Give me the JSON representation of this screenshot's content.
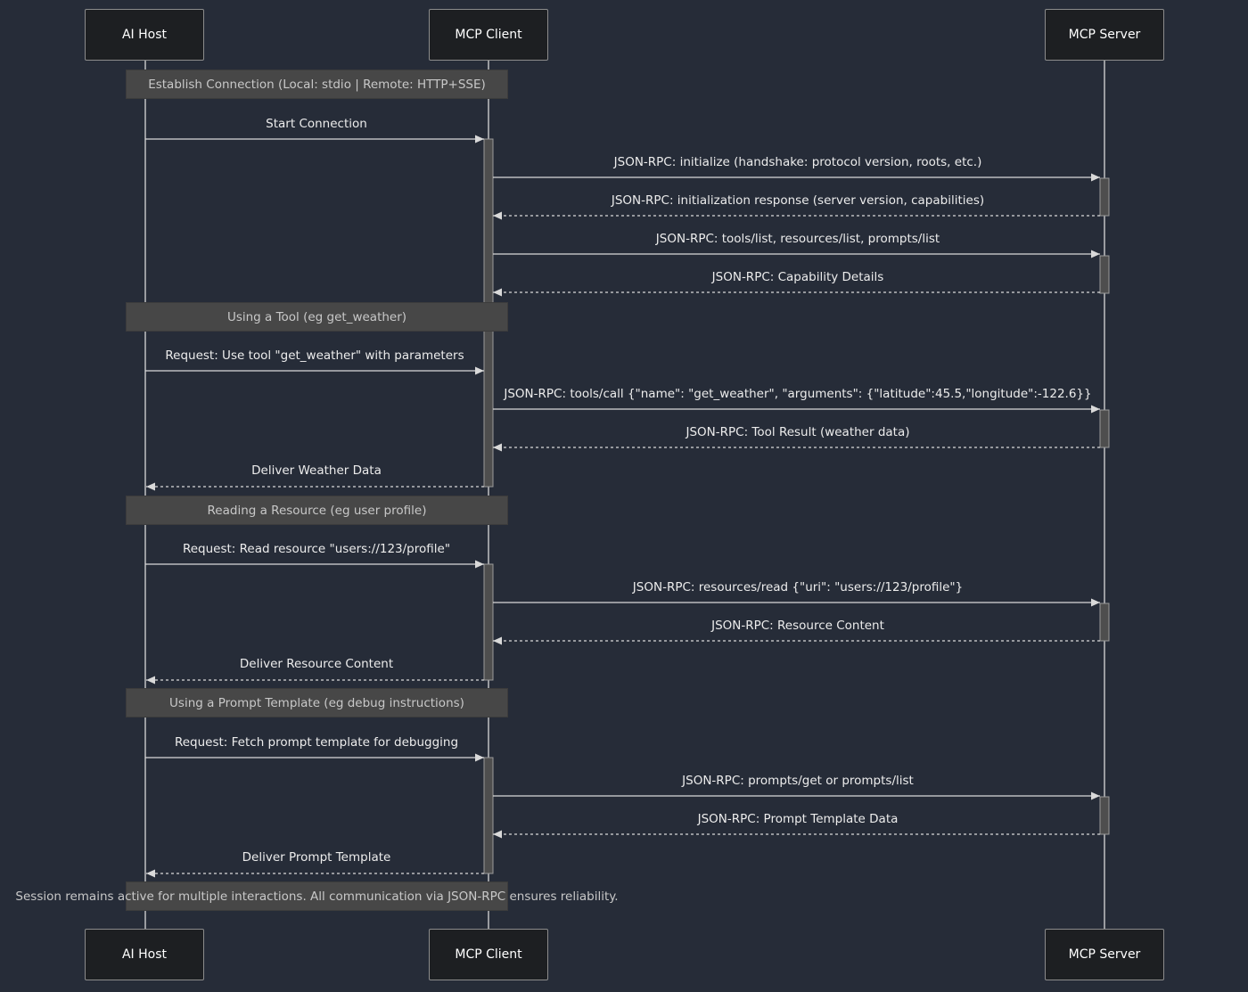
{
  "participants": [
    {
      "id": "host",
      "label": "AI Host"
    },
    {
      "id": "client",
      "label": "MCP Client"
    },
    {
      "id": "server",
      "label": "MCP Server"
    }
  ],
  "notes": [
    "Establish Connection (Local: stdio | Remote: HTTP+SSE)",
    "Using a Tool (eg get_weather)",
    "Reading a Resource (eg user profile)",
    "Using a Prompt Template (eg debug instructions)",
    "Session remains active for multiple interactions. All communication via JSON-RPC ensures reliability."
  ],
  "messages": [
    {
      "from": "host",
      "to": "client",
      "text": "Start Connection",
      "style": "solid"
    },
    {
      "from": "client",
      "to": "server",
      "text": "JSON-RPC: initialize (handshake: protocol version, roots, etc.)",
      "style": "solid"
    },
    {
      "from": "server",
      "to": "client",
      "text": "JSON-RPC: initialization response (server version, capabilities)",
      "style": "dashed"
    },
    {
      "from": "client",
      "to": "server",
      "text": "JSON-RPC: tools/list, resources/list, prompts/list",
      "style": "solid"
    },
    {
      "from": "server",
      "to": "client",
      "text": "JSON-RPC: Capability Details",
      "style": "dashed"
    },
    {
      "from": "host",
      "to": "client",
      "text": "Request: Use tool \"get_weather\" with parameters",
      "style": "solid"
    },
    {
      "from": "client",
      "to": "server",
      "text": "JSON-RPC: tools/call {\"name\": \"get_weather\", \"arguments\": {\"latitude\":45.5,\"longitude\":-122.6}}",
      "style": "solid"
    },
    {
      "from": "server",
      "to": "client",
      "text": "JSON-RPC: Tool Result (weather data)",
      "style": "dashed"
    },
    {
      "from": "client",
      "to": "host",
      "text": "Deliver Weather Data",
      "style": "dashed"
    },
    {
      "from": "host",
      "to": "client",
      "text": "Request: Read resource \"users://123/profile\"",
      "style": "solid"
    },
    {
      "from": "client",
      "to": "server",
      "text": "JSON-RPC: resources/read {\"uri\": \"users://123/profile\"}",
      "style": "solid"
    },
    {
      "from": "server",
      "to": "client",
      "text": "JSON-RPC: Resource Content",
      "style": "dashed"
    },
    {
      "from": "client",
      "to": "host",
      "text": "Deliver Resource Content",
      "style": "dashed"
    },
    {
      "from": "host",
      "to": "client",
      "text": "Request: Fetch prompt template for debugging",
      "style": "solid"
    },
    {
      "from": "client",
      "to": "server",
      "text": "JSON-RPC: prompts/get or prompts/list",
      "style": "solid"
    },
    {
      "from": "server",
      "to": "client",
      "text": "JSON-RPC: Prompt Template Data",
      "style": "dashed"
    },
    {
      "from": "client",
      "to": "host",
      "text": "Deliver Prompt Template",
      "style": "dashed"
    }
  ],
  "colors": {
    "background": "#262c38",
    "line": "#d9d9d9",
    "note": "#474747"
  }
}
